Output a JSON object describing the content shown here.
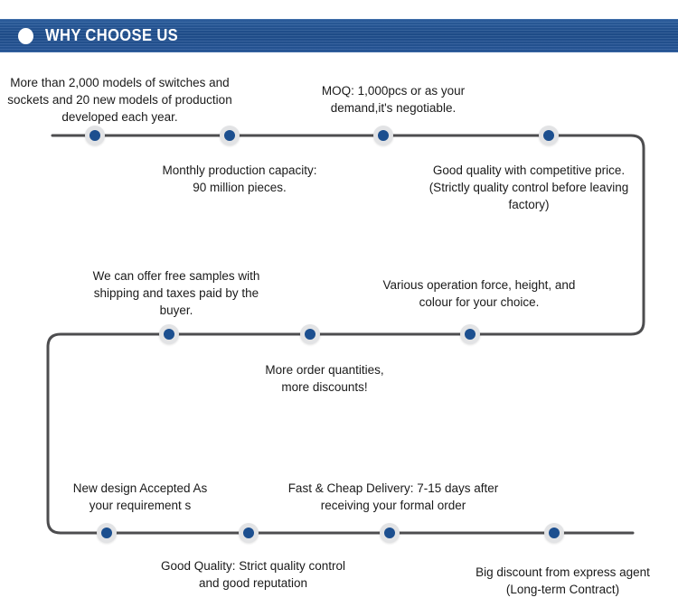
{
  "header": {
    "title": "WHY CHOOSE US",
    "bullet_icon": "circle-bullet-icon",
    "background_color": "#1f4e8c",
    "text_color": "#ffffff"
  },
  "theme": {
    "node_fill": "#1c4f8f",
    "node_ring": "#e2e3e5",
    "line_color": "#4d4d4f",
    "page_background": "#ffffff",
    "text_color": "#1a1a1a"
  },
  "items": [
    {
      "id": "models-range",
      "text": "More than 2,000 models of switches and\nsockets and 20 new models of production\ndeveloped each year."
    },
    {
      "id": "moq",
      "text": "MOQ: 1,000pcs or as your\ndemand,it's negotiable."
    },
    {
      "id": "monthly-capacity",
      "text": "Monthly production capacity:\n90 million pieces."
    },
    {
      "id": "good-quality-price",
      "text": "Good quality with competitive price.\n(Strictly quality control  before leaving\nfactory)"
    },
    {
      "id": "free-samples",
      "text": "We can offer free samples with\nshipping and taxes paid by the\nbuyer."
    },
    {
      "id": "operation-force",
      "text": "Various operation force, height, and\ncolour for your choice."
    },
    {
      "id": "more-discounts",
      "text": "More order quantities,\nmore discounts!"
    },
    {
      "id": "new-design",
      "text": "New design Accepted As\nyour requirement s"
    },
    {
      "id": "fast-delivery",
      "text": "Fast & Cheap Delivery: 7-15 days after\nreceiving your formal order"
    },
    {
      "id": "good-reputation",
      "text": "Good Quality: Strict quality control\nand good reputation"
    },
    {
      "id": "express-discount",
      "text": "Big discount from express agent\n(Long-term Contract)"
    }
  ]
}
